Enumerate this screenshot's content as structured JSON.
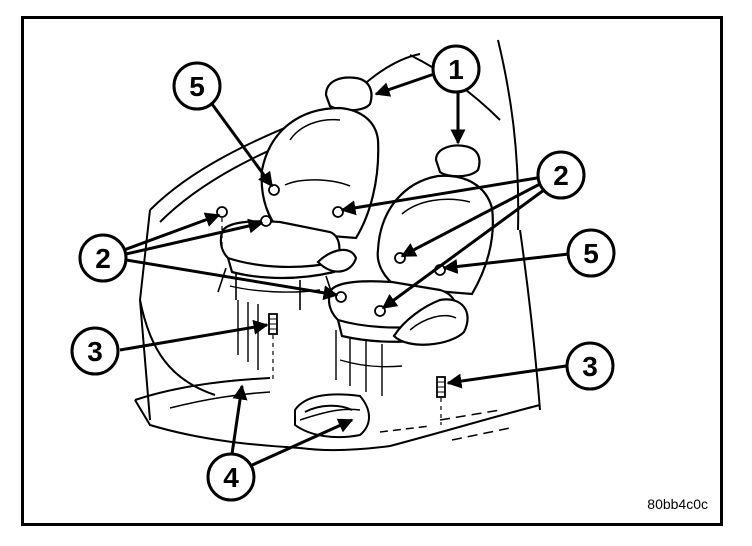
{
  "figure": {
    "code": "80bb4c0c",
    "callouts": [
      {
        "id": "c1",
        "number": "1"
      },
      {
        "id": "c2a",
        "number": "2"
      },
      {
        "id": "c2b",
        "number": "2"
      },
      {
        "id": "c3a",
        "number": "3"
      },
      {
        "id": "c3b",
        "number": "3"
      },
      {
        "id": "c4",
        "number": "4"
      },
      {
        "id": "c5a",
        "number": "5"
      },
      {
        "id": "c5b",
        "number": "5"
      }
    ]
  }
}
